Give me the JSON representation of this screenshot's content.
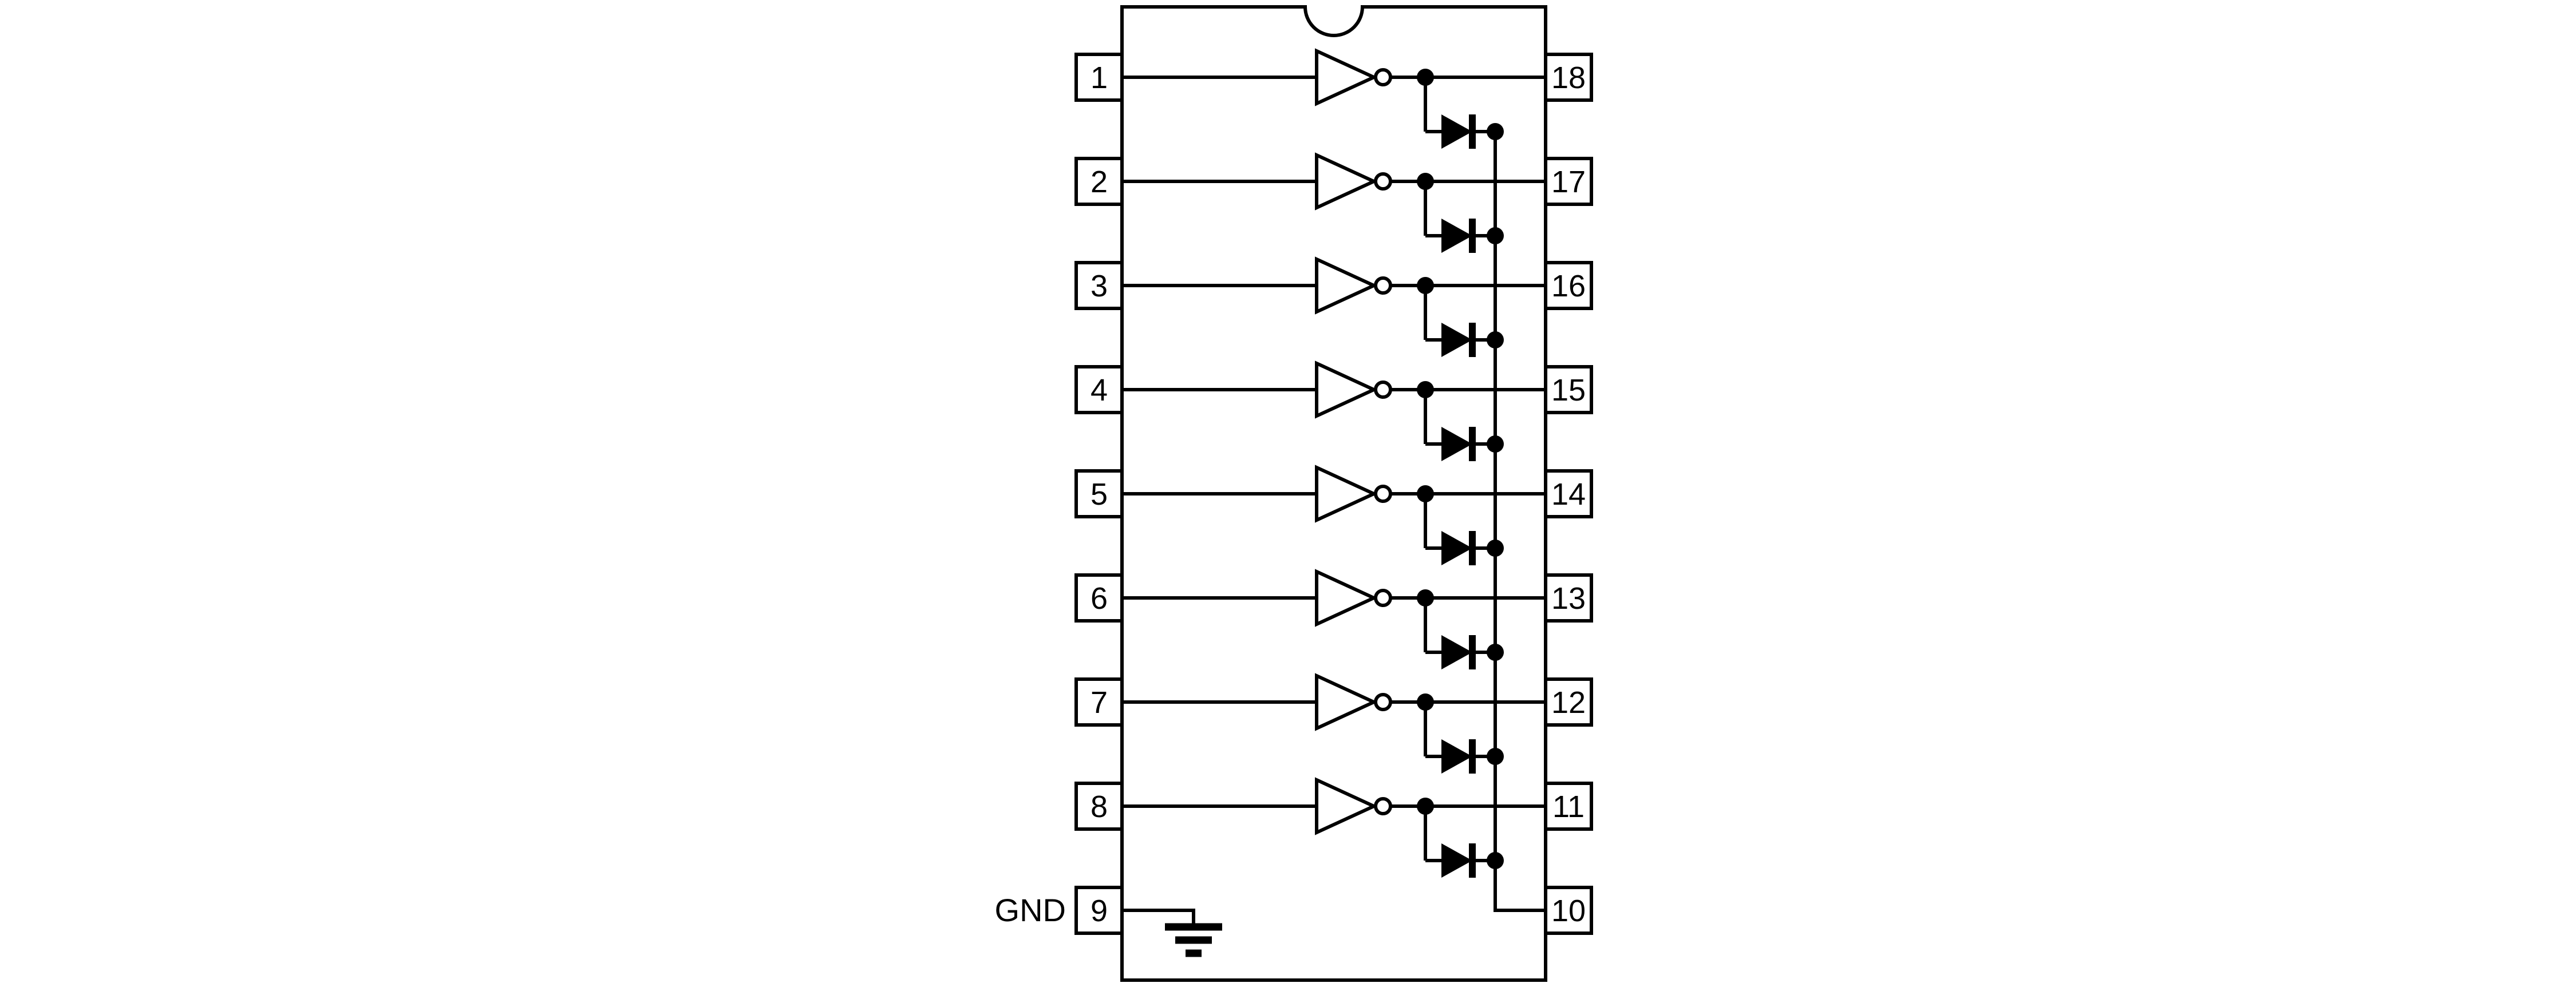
{
  "colors": {
    "line": "#000000",
    "background": "#ffffff"
  },
  "pins": {
    "left": [
      "1",
      "2",
      "3",
      "4",
      "5",
      "6",
      "7",
      "8",
      "9"
    ],
    "right": [
      "18",
      "17",
      "16",
      "15",
      "14",
      "13",
      "12",
      "11",
      "10"
    ]
  },
  "channels": [
    {
      "input": "1",
      "output": "18"
    },
    {
      "input": "2",
      "output": "17"
    },
    {
      "input": "3",
      "output": "16"
    },
    {
      "input": "4",
      "output": "15"
    },
    {
      "input": "5",
      "output": "14"
    },
    {
      "input": "6",
      "output": "13"
    },
    {
      "input": "7",
      "output": "12"
    },
    {
      "input": "8",
      "output": "11"
    }
  ],
  "ground": {
    "pin": "9",
    "label": "GND"
  },
  "common": {
    "pin": "10"
  }
}
